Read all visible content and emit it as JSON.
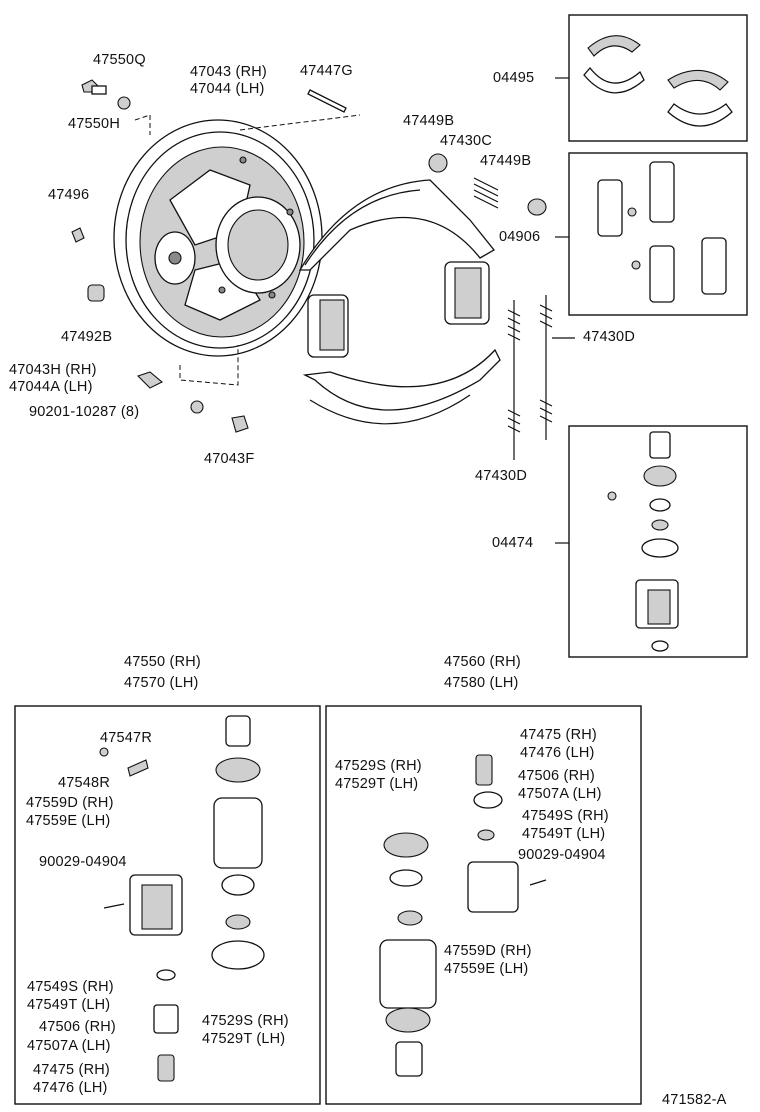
{
  "diagram_code": "471582-A",
  "labels": {
    "l_47550Q": "47550Q",
    "l_47550H": "47550H",
    "l_47043rh": "47043 (RH)",
    "l_47044lh": "47044 (LH)",
    "l_47447G": "47447G",
    "l_04495": "04495",
    "l_47496": "47496",
    "l_47449B_a": "47449B",
    "l_47430C": "47430C",
    "l_47449B_b": "47449B",
    "l_04906": "04906",
    "l_47492B": "47492B",
    "l_47430D_a": "47430D",
    "l_47043H": "47043H (RH)",
    "l_47044A": "47044A (LH)",
    "l_90201": "90201-10287 (8)",
    "l_47043F": "47043F",
    "l_47430D_b": "47430D",
    "l_04474": "04474",
    "l_47550rh": "47550 (RH)",
    "l_47570lh": "47570 (LH)",
    "l_47560rh": "47560 (RH)",
    "l_47580lh": "47580 (LH)",
    "l_47547R": "47547R",
    "l_47548R": "47548R",
    "l_47559D_a": "47559D (RH)",
    "l_47559E_a": "47559E (LH)",
    "l_90029_a": "90029-04904",
    "l_47549S_a": "47549S (RH)",
    "l_47549T_a": "47549T (LH)",
    "l_47506_a": "47506 (RH)",
    "l_47507A_a": "47507A (LH)",
    "l_47475_a": "47475 (RH)",
    "l_47476_a": "47476 (LH)",
    "l_47529S_a": "47529S (RH)",
    "l_47529T_a": "47529T (LH)",
    "l_47475_b": "47475 (RH)",
    "l_47476_b": "47476 (LH)",
    "l_47529S_b": "47529S (RH)",
    "l_47529T_b": "47529T (LH)",
    "l_47506_b": "47506 (RH)",
    "l_47507A_b": "47507A (LH)",
    "l_47549S_b": "47549S (RH)",
    "l_47549T_b": "47549T (LH)",
    "l_90029_b": "90029-04904",
    "l_47559D_b": "47559D (RH)",
    "l_47559E_b": "47559E (LH)"
  }
}
